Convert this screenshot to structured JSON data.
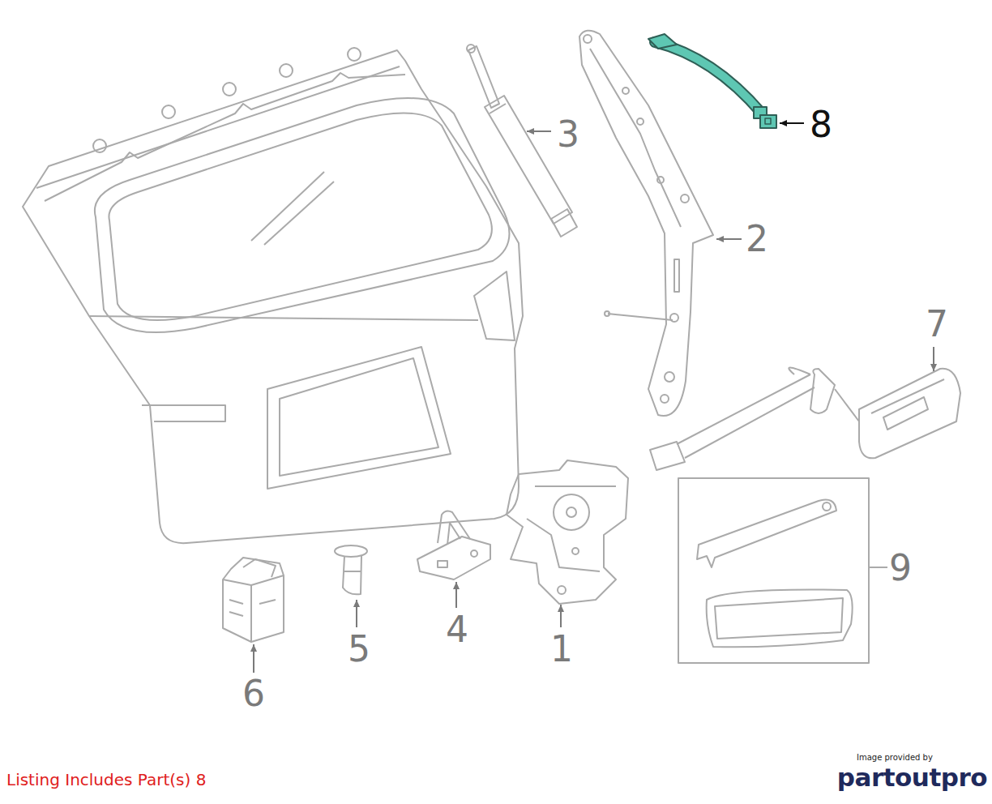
{
  "diagram": {
    "labels": [
      "8",
      "3",
      "2",
      "7",
      "9",
      "4",
      "1",
      "5",
      "6",
      "Listing Includes Part(s) 8",
      "Image provided by",
      "partoutpro"
    ]
  }
}
